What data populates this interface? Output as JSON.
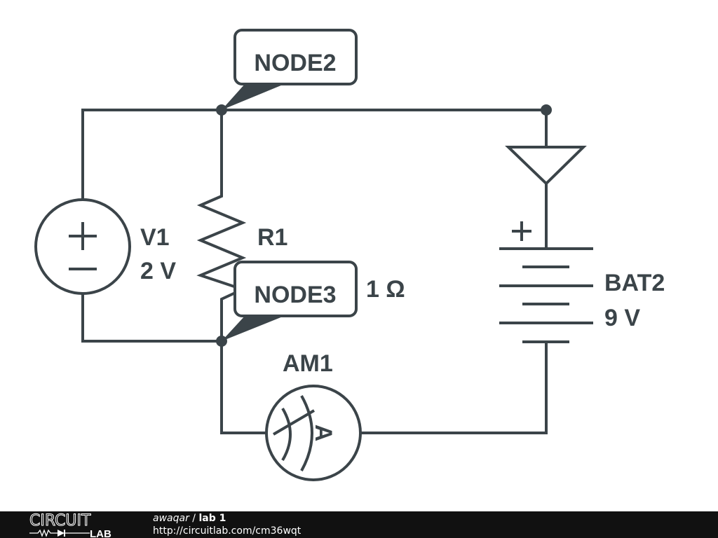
{
  "components": {
    "v1": {
      "name": "V1",
      "value": "2 V"
    },
    "r1": {
      "name": "R1",
      "value": "1 Ω"
    },
    "bat2": {
      "name": "BAT2",
      "value": "9 V"
    },
    "am1": {
      "name": "AM1",
      "symbol": "A"
    },
    "d1": {
      "type": "diode"
    }
  },
  "nodes": {
    "node2": "NODE2",
    "node3": "NODE3"
  },
  "colors": {
    "wire": "#3b4449",
    "footer": "#111111"
  },
  "footer": {
    "logo_top": "CIRCUIT",
    "logo_bottom": "LAB",
    "user": "awaqar",
    "separator": " / ",
    "project": "lab 1",
    "url": "http://circuitlab.com/cm36wqt"
  }
}
